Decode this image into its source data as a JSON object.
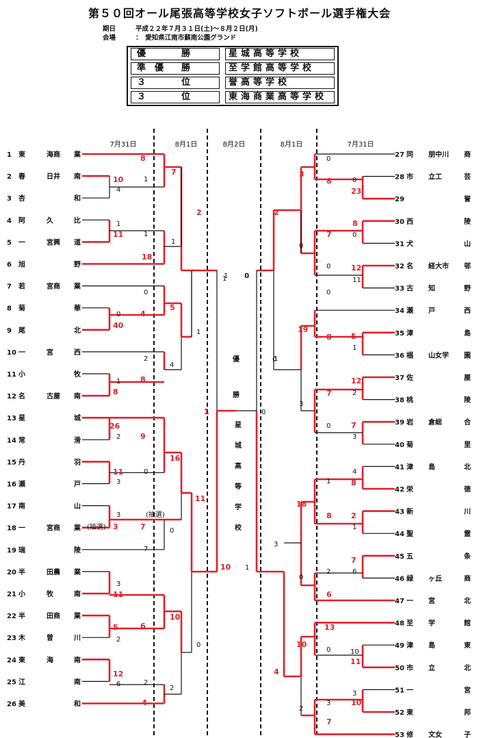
{
  "title": "第５０回オール尾張高等学校女子ソフトボール選手権大会",
  "meta": {
    "date_label": "期日",
    "date_value": "平成２２年７月３１日(土)～８月２日(月)",
    "venue_label": "会場",
    "venue_value": "：　愛知県江南市蘇南公園グランド"
  },
  "results": [
    {
      "rank": "優　　　　勝",
      "school": "星城高等学校"
    },
    {
      "rank": "準　優　　勝",
      "school": "至学館高等学校"
    },
    {
      "rank": "３　　　　位",
      "school": "誉高等学校"
    },
    {
      "rank": "３　　　　位",
      "school": "東海商業高等学校"
    }
  ],
  "colors": {
    "win": "#e0202a",
    "line": "#111111"
  },
  "dates": {
    "left_r1": "7月31日",
    "left_r2": "8月1日",
    "final": "8月2日",
    "right_r2": "8月1日",
    "right_r1": "7月31日"
  },
  "champion": {
    "label": "優勝",
    "school": "星城高等学校"
  },
  "notes": {
    "lottery": "(抽選)"
  },
  "teams_left": [
    {
      "n": "1",
      "a": "東",
      "b": "海商",
      "c": "業"
    },
    {
      "n": "2",
      "a": "春",
      "b": "日井",
      "c": "南"
    },
    {
      "n": "3",
      "a": "杏",
      "b": "",
      "c": "和"
    },
    {
      "n": "4",
      "a": "阿",
      "b": "久",
      "c": "比"
    },
    {
      "n": "5",
      "a": "一",
      "b": "宮興",
      "c": "道"
    },
    {
      "n": "6",
      "a": "旭",
      "b": "",
      "c": "野"
    },
    {
      "n": "7",
      "a": "若",
      "b": "宮商",
      "c": "業"
    },
    {
      "n": "8",
      "a": "菊",
      "b": "",
      "c": "華"
    },
    {
      "n": "9",
      "a": "尾",
      "b": "",
      "c": "北"
    },
    {
      "n": "10",
      "a": "一",
      "b": "宮",
      "c": "西"
    },
    {
      "n": "11",
      "a": "小",
      "b": "",
      "c": "牧"
    },
    {
      "n": "12",
      "a": "名",
      "b": "古屋",
      "c": "南"
    },
    {
      "n": "13",
      "a": "星",
      "b": "",
      "c": "城"
    },
    {
      "n": "14",
      "a": "常",
      "b": "",
      "c": "滑"
    },
    {
      "n": "15",
      "a": "丹",
      "b": "",
      "c": "羽"
    },
    {
      "n": "16",
      "a": "瀬",
      "b": "",
      "c": "戸"
    },
    {
      "n": "17",
      "a": "南",
      "b": "",
      "c": "山"
    },
    {
      "n": "18",
      "a": "一",
      "b": "宮商",
      "c": "業"
    },
    {
      "n": "19",
      "a": "瑞",
      "b": "",
      "c": "陵"
    },
    {
      "n": "20",
      "a": "半",
      "b": "田農",
      "c": "業"
    },
    {
      "n": "21",
      "a": "小",
      "b": "牧",
      "c": "南"
    },
    {
      "n": "22",
      "a": "半",
      "b": "田商",
      "c": "業"
    },
    {
      "n": "23",
      "a": "木",
      "b": "曽",
      "c": "川"
    },
    {
      "n": "24",
      "a": "東",
      "b": "海",
      "c": "南"
    },
    {
      "n": "25",
      "a": "江",
      "b": "",
      "c": "南"
    },
    {
      "n": "26",
      "a": "美",
      "b": "",
      "c": "和"
    }
  ],
  "teams_right": [
    {
      "n": "27",
      "a": "同",
      "b": "朋中川",
      "c": "商"
    },
    {
      "n": "28",
      "a": "市",
      "b": "立工",
      "c": "芸"
    },
    {
      "n": "29",
      "a": "",
      "b": "",
      "c": "誉"
    },
    {
      "n": "30",
      "a": "西",
      "b": "",
      "c": "陵"
    },
    {
      "n": "31",
      "a": "犬",
      "b": "",
      "c": "山"
    },
    {
      "n": "32",
      "a": "名",
      "b": "経大市",
      "c": "邨"
    },
    {
      "n": "33",
      "a": "古",
      "b": "知",
      "c": "野"
    },
    {
      "n": "34",
      "a": "瀬",
      "b": "戸",
      "c": "西"
    },
    {
      "n": "35",
      "a": "津",
      "b": "",
      "c": "島"
    },
    {
      "n": "36",
      "a": "椙",
      "b": "山女学",
      "c": "園"
    },
    {
      "n": "37",
      "a": "佐",
      "b": "",
      "c": "屋"
    },
    {
      "n": "38",
      "a": "桃",
      "b": "",
      "c": "陵"
    },
    {
      "n": "39",
      "a": "岩",
      "b": "倉総",
      "c": "合"
    },
    {
      "n": "40",
      "a": "菊",
      "b": "",
      "c": "里"
    },
    {
      "n": "41",
      "a": "津",
      "b": "島",
      "c": "北"
    },
    {
      "n": "42",
      "a": "栄",
      "b": "",
      "c": "徳"
    },
    {
      "n": "43",
      "a": "新",
      "b": "",
      "c": "川"
    },
    {
      "n": "44",
      "a": "聖",
      "b": "",
      "c": "霊"
    },
    {
      "n": "45",
      "a": "五",
      "b": "",
      "c": "条"
    },
    {
      "n": "46",
      "a": "緑",
      "b": "ヶ丘",
      "c": "商"
    },
    {
      "n": "47",
      "a": "一",
      "b": "宮",
      "c": "北"
    },
    {
      "n": "48",
      "a": "至",
      "b": "学",
      "c": "館"
    },
    {
      "n": "49",
      "a": "津",
      "b": "島",
      "c": "東"
    },
    {
      "n": "50",
      "a": "市",
      "b": "立",
      "c": "北"
    },
    {
      "n": "51",
      "a": "一",
      "b": "",
      "c": "宮"
    },
    {
      "n": "52",
      "a": "東",
      "b": "",
      "c": "邦"
    },
    {
      "n": "53",
      "a": "修",
      "b": "文女",
      "c": "子"
    }
  ],
  "scores": {
    "L1a": "8",
    "L2a": "10",
    "L3a": "4",
    "L4a": "1",
    "L5a": "11",
    "L4b": "1",
    "L6a": "18",
    "L1b": "7",
    "L4c": "1",
    "L2b": "2",
    "L8a": "0",
    "L9a": "40",
    "L7a": "0",
    "L8b": "4",
    "L11a": "1",
    "L12a": "8",
    "L10a": "2",
    "L12b": "8",
    "L7b": "5",
    "L10b": "4",
    "L9b": "1",
    "L13a": "26",
    "L14a": "2",
    "L15a": "11",
    "L16a": "3",
    "L13b": "9",
    "L15b": "0",
    "L17a": "3",
    "L18a": "3",
    "L18b": "7",
    "L19a": "7",
    "L20a": "3",
    "L21a": "11",
    "L22a": "5",
    "L23a": "2",
    "L22b": "6",
    "L24a": "12",
    "L25a": "6",
    "L24b": "2",
    "L26a": "4",
    "L13c": "16",
    "L18c": "0",
    "L13d": "11",
    "L22c": "10",
    "L24c": "2",
    "L22d": "0",
    "L2c": "1",
    "L9c": "1",
    "L13e": "1",
    "L22e": "10",
    "R27a": "0",
    "R28a": "0",
    "R29a": "23",
    "R29b": "8",
    "R30a": "8",
    "R31a": "0",
    "R30b": "7",
    "R32a": "12",
    "R33a": "11",
    "R32b": "0",
    "R29c": "3",
    "R30c": "0",
    "R29d": "2",
    "R34a": "0",
    "R35a": "5",
    "R36a": "1",
    "R35b": "8",
    "R37a": "12",
    "R38a": "2",
    "R39a": "7",
    "R40a": "3",
    "R37b": "7",
    "R39b": "0",
    "R35c": "19",
    "R37c": "3",
    "R35d": "1",
    "R41a": "4",
    "R42a": "8",
    "R43a": "2",
    "R44a": "1",
    "R42b": "1",
    "R43b": "8",
    "R45a": "7",
    "R46a": "6",
    "R45b": "2",
    "R47a": "6",
    "R42c": "18",
    "R45c": "0",
    "R42d": "3",
    "R48a": "13",
    "R49a": "10",
    "R50a": "11",
    "R49b": "0",
    "R51a": "3",
    "R52a": "10",
    "R52b": "3",
    "R53a": "7",
    "R48b": "10",
    "R53b": "2",
    "R29e": "0",
    "R35e": "0",
    "R42e": "1",
    "R48c": "4",
    "F_left": "1",
    "F_right": "0",
    "F_left2": "1",
    "F_right2": "0"
  }
}
